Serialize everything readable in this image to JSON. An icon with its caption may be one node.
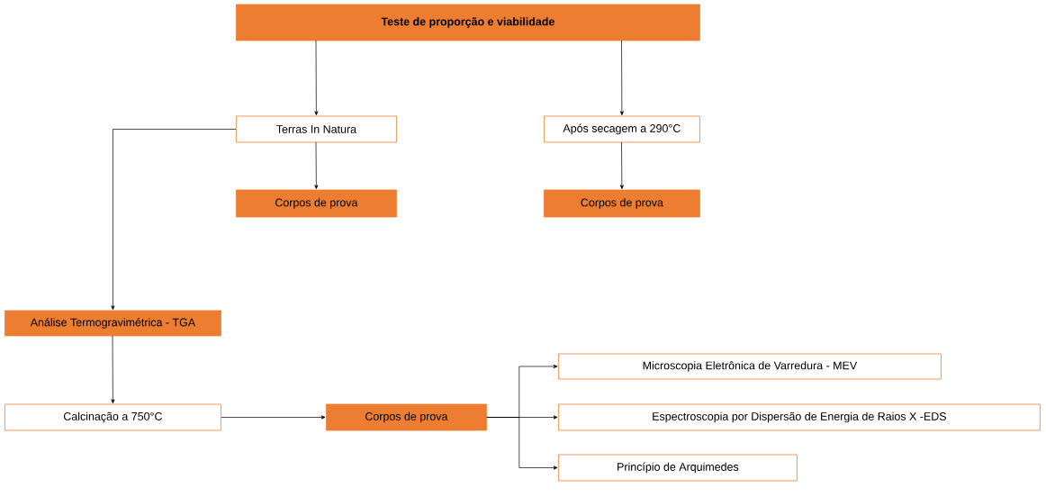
{
  "diagram": {
    "nodes": [
      {
        "text": [
          "Teste de proporção e viabilidade"
        ]
      },
      {
        "text": [
          "Terras In Natura"
        ]
      },
      {
        "text": [
          "Após secagem a 290°C"
        ]
      },
      {
        "text": [
          "Corpos de prova"
        ]
      },
      {
        "text": [
          "Corpos de prova"
        ]
      },
      {
        "text": [
          "Análise Termogravimétrica - TGA"
        ]
      },
      {
        "text": [
          "Calcinação a 750°C"
        ]
      },
      {
        "text": [
          "Corpos de prova"
        ]
      },
      {
        "text": [
          "Microscopia Eletrônica de Varredura - MEV"
        ]
      },
      {
        "text": [
          "Espectroscopia por Dispersão de Energia de Raios X -EDS"
        ]
      },
      {
        "text": [
          "Princípio de Arquimedes"
        ]
      }
    ],
    "edges": [
      {
        "from": 0,
        "to": 1,
        "arrow": "to"
      },
      {
        "from": 0,
        "to": 2,
        "arrow": "to"
      },
      {
        "from": 1,
        "to": 3,
        "arrow": "to"
      },
      {
        "from": 2,
        "to": 4,
        "arrow": "to"
      },
      {
        "from": 1,
        "to": 5,
        "arrow": "to"
      },
      {
        "from": 5,
        "to": 6,
        "arrow": "to"
      },
      {
        "from": 6,
        "to": 7,
        "arrow": "to"
      },
      {
        "from": 7,
        "to": 8,
        "arrow": "to"
      },
      {
        "from": 7,
        "to": 9,
        "arrow": "to"
      },
      {
        "from": 7,
        "to": 10,
        "arrow": "to"
      }
    ]
  }
}
